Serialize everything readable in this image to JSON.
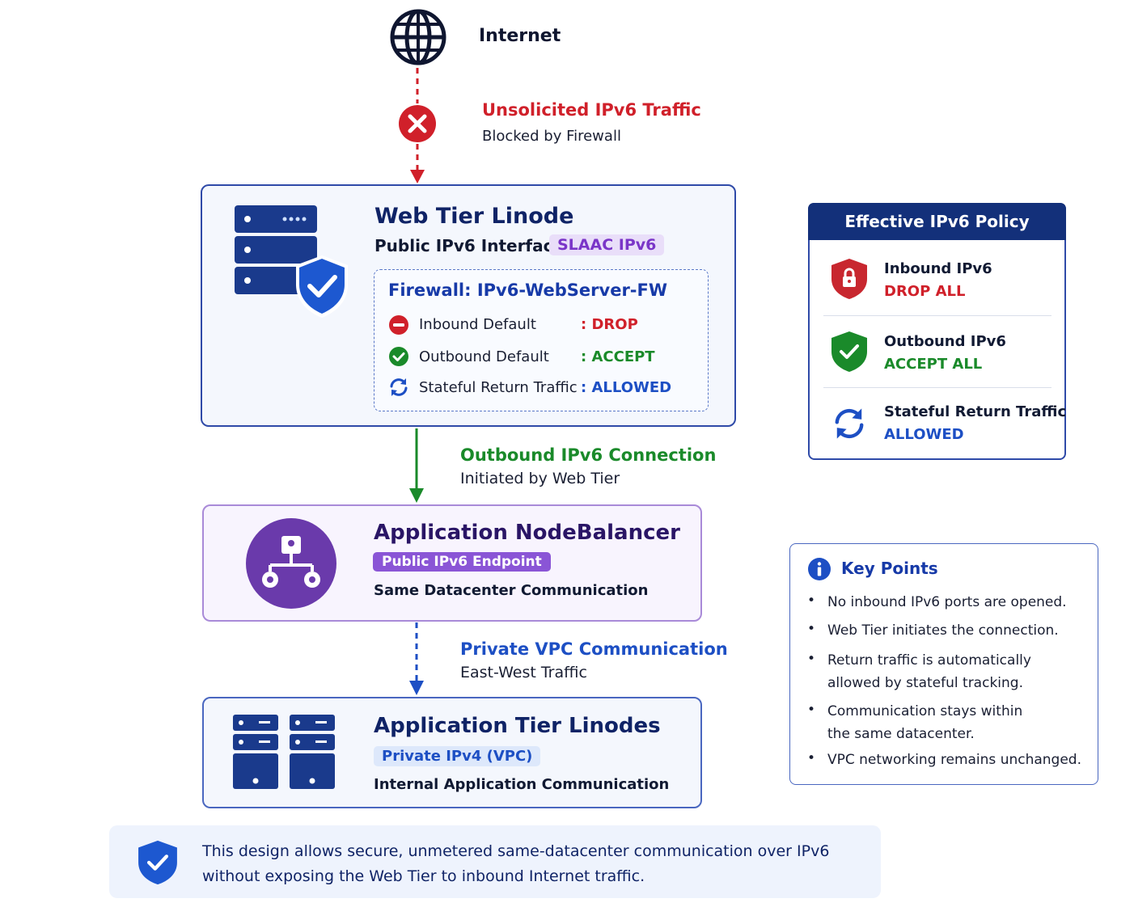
{
  "internet": {
    "label": "Internet"
  },
  "blocked": {
    "title": "Unsolicited IPv6 Traffic",
    "subtitle": "Blocked by Firewall"
  },
  "web_tier": {
    "title": "Web Tier Linode",
    "interface": "Public IPv6 Interface",
    "badge": "SLAAC IPv6",
    "firewall": {
      "title": "Firewall: IPv6-WebServer-FW",
      "rules": [
        {
          "label": "Inbound Default",
          "value": ": DROP",
          "color": "#d0202a",
          "icon": "minus-circle-icon"
        },
        {
          "label": "Outbound Default",
          "value": ": ACCEPT",
          "color": "#1a8a2a",
          "icon": "check-circle-icon"
        },
        {
          "label": "Stateful Return Traffic",
          "value": ": ALLOWED",
          "color": "#1d4fc4",
          "icon": "refresh-icon"
        }
      ]
    }
  },
  "outbound_conn": {
    "title": "Outbound IPv6 Connection",
    "subtitle": "Initiated by Web Tier"
  },
  "nodebalancer": {
    "title": "Application NodeBalancer",
    "badge": "Public IPv6 Endpoint",
    "subtitle": "Same Datacenter Communication"
  },
  "vpc_conn": {
    "title": "Private VPC Communication",
    "subtitle": "East-West Traffic"
  },
  "app_tier": {
    "title": "Application Tier Linodes",
    "badge": "Private IPv4 (VPC)",
    "subtitle": "Internal Application Communication"
  },
  "policy": {
    "title": "Effective IPv6 Policy",
    "items": [
      {
        "label": "Inbound IPv6",
        "value": "DROP ALL",
        "color": "#d0202a",
        "icon": "lock-shield-icon"
      },
      {
        "label": "Outbound IPv6",
        "value": "ACCEPT ALL",
        "color": "#1a8a2a",
        "icon": "check-shield-icon"
      },
      {
        "label": "Stateful Return Traffic",
        "value": "ALLOWED",
        "color": "#1d4fc4",
        "icon": "refresh-icon"
      }
    ]
  },
  "key_points": {
    "title": "Key Points",
    "items": [
      "No inbound IPv6 ports are opened.",
      "Web Tier initiates the connection.",
      "Return traffic is automatically allowed by stateful tracking.",
      "Communication stays within the same datacenter.",
      "VPC networking remains unchanged."
    ]
  },
  "note": {
    "text": "This design allows secure, unmetered same-datacenter communication over IPv6 without exposing the Web Tier to inbound Internet traffic."
  },
  "colors": {
    "navy": "#13307a",
    "red": "#d0202a",
    "green": "#1a8a2a",
    "blue": "#1d4fc4",
    "purple": "#7a35c8"
  }
}
